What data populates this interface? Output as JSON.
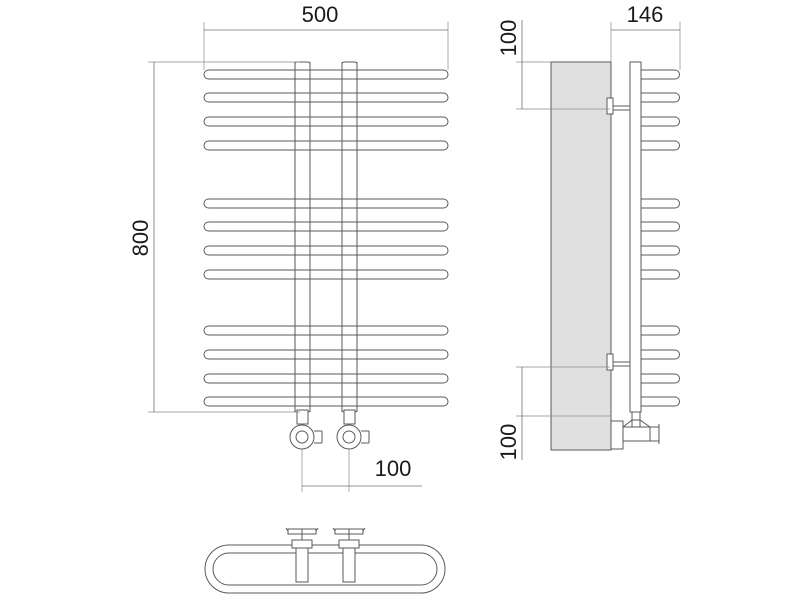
{
  "dimensions": {
    "width": "500",
    "height": "800",
    "valve_spacing": "100",
    "depth": "146",
    "top_offset": "100",
    "bottom_offset": "100"
  },
  "colors": {
    "line": "#5a5a5a",
    "wall": "#e0e0e0",
    "text": "#1a1a1a"
  }
}
